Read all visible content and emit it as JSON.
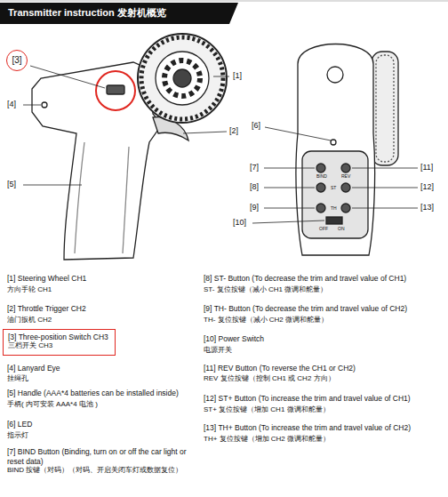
{
  "diagram": {
    "title": "Transmitter instruction 发射机概览",
    "nodes": [
      {
        "text": [
          "[3]"
        ]
      },
      {
        "text": [
          "[3] Three-position Switch CH3",
          "三档开关 CH3"
        ]
      }
    ],
    "labels": [
      "[1]",
      "[2]",
      "[4]",
      "[5]",
      "[6]",
      "[7]",
      "[8]",
      "[9]",
      "[10]",
      "[11]",
      "[12]",
      "[13]",
      "BIND",
      "REV",
      "ST",
      "TH",
      "OFF",
      "ON",
      "[1] Steering Wheel CH1",
      "方向手轮 CH1",
      "[2] Throttle Trigger CH2",
      "油门扳机 CH2",
      "[4] Lanyard Eye",
      "挂绳孔",
      "[5] Handle (AAA*4 batteries can be installed inside)",
      "手柄( 内可安装 AAA*4 电池 )",
      "[6] LED",
      "指示灯",
      "[7] BIND Button (Binding, turn on or off the car light or reset data)",
      "BIND 按键（对码）（对码、开启关闭车灯或数据复位）",
      "[8] ST- Button (To decrease the trim and travel value of CH1)",
      "ST- 复位按键（减小 CH1 微调和舵量）",
      "[9] TH- Button (To decrease the trim and travel value of CH2)",
      "TH- 复位按键（减小 CH2 微调和舵量）",
      "[10] Power Switch",
      "电源开关",
      "[11] REV Button (To reverse the CH1 or CH2)",
      "REV 复位按键（控制 CH1 或 CH2 方向）",
      "[12] ST+ Button (To increase the trim and travel value of CH1)",
      "ST+ 复位按键（增加 CH1 微调和舵量）",
      "[13] TH+ Button (To increase the trim and travel value of CH2)",
      "TH+ 复位按键（增加 CH2 微调和舵量）"
    ]
  }
}
